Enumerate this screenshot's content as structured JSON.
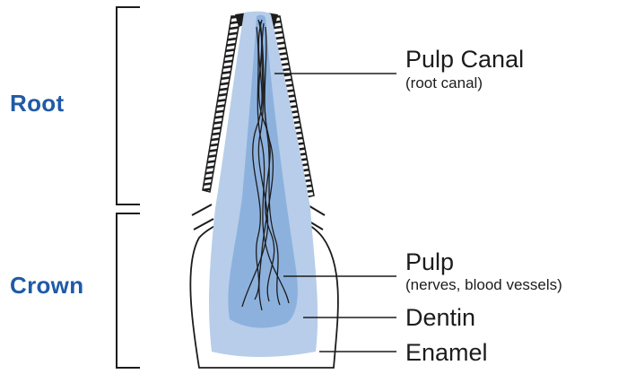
{
  "sections": {
    "root": "Root",
    "crown": "Crown"
  },
  "labels": {
    "pulp_canal": {
      "title": "Pulp Canal",
      "sub": "(root canal)"
    },
    "pulp": {
      "title": "Pulp",
      "sub": "(nerves, blood vessels)"
    },
    "dentin": {
      "title": "Dentin"
    },
    "enamel": {
      "title": "Enamel"
    }
  },
  "colors": {
    "section_label": "#1f5aa6",
    "pulp_canal_fill": "#b7cdea",
    "pulp_fill": "#8db1dd",
    "outline": "#1c1c1c"
  }
}
